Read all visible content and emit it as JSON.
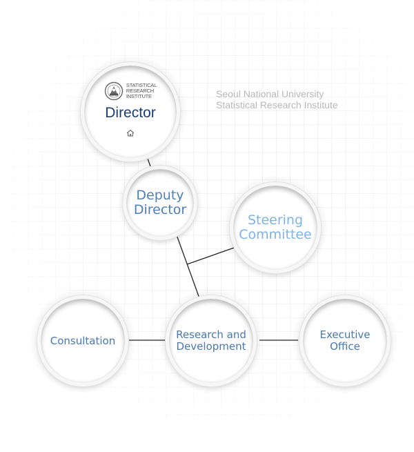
{
  "institute": {
    "line1": "Seoul National University",
    "line2": "Statistical Research Institute"
  },
  "director": {
    "logo_text": [
      "STATISTICAL",
      "RESEARCH",
      "INSTITUTE"
    ],
    "label": "Director",
    "home_icon": "home-icon"
  },
  "deputy_director": {
    "line1": "Deputy",
    "line2": "Director"
  },
  "steering_committee": {
    "line1": "Steering",
    "line2": "Committee"
  },
  "research_and_development": {
    "line1": "Research and",
    "line2": "Development"
  },
  "consultation": {
    "label": "Consultation"
  },
  "executive_office": {
    "line1": "Executive",
    "line2": "Office"
  },
  "colors": {
    "director_text": "#1b3d6f",
    "deputy_text": "#4f7fb8",
    "steering_text": "#7fb3e6",
    "unit_text": "#4a78b0",
    "connector": "#222222",
    "institute_text": "#b9b9b9"
  }
}
